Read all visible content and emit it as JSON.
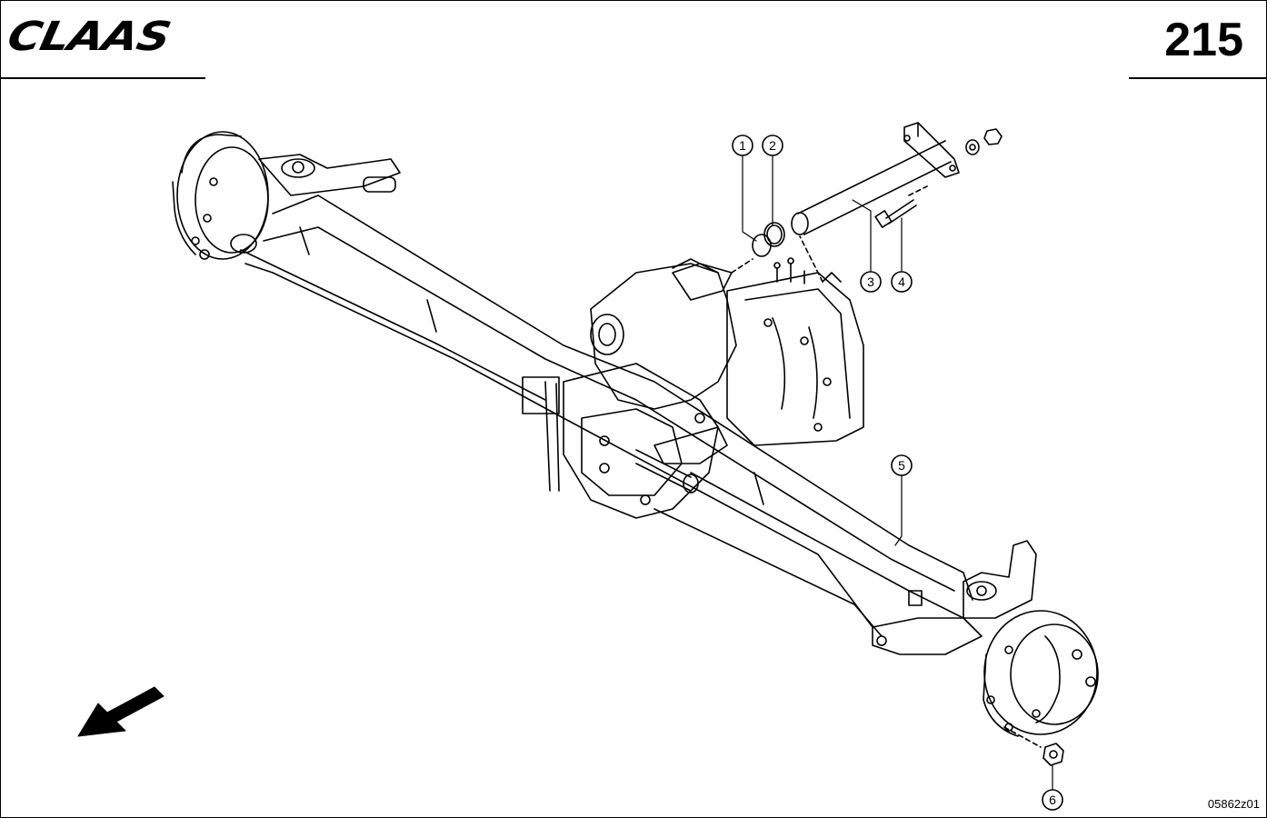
{
  "header": {
    "brand": "CLAAS",
    "page_number": "215"
  },
  "footer": {
    "drawing_code": "05862z01"
  },
  "callouts": [
    "1",
    "2",
    "3",
    "4",
    "5",
    "6"
  ],
  "icons": {
    "direction": "direction-arrow-icon"
  },
  "colors": {
    "line": "#000000",
    "background": "#ffffff"
  }
}
